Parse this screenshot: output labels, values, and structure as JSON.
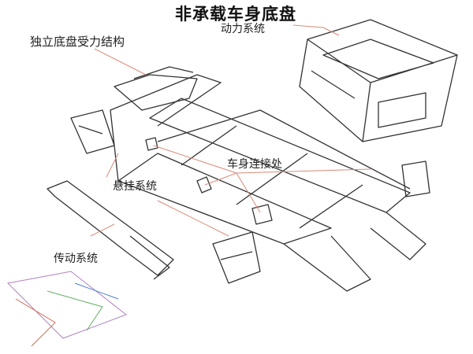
{
  "title": "非承载车身底盘",
  "labels": {
    "frame": "独立底盘受力结构",
    "powertrain": "动力系统",
    "body_mount": "车身连接处",
    "suspension": "悬挂系统",
    "drivetrain": "传动系统"
  },
  "colors": {
    "leader": "#d98a7a",
    "sketch": "#333333"
  }
}
